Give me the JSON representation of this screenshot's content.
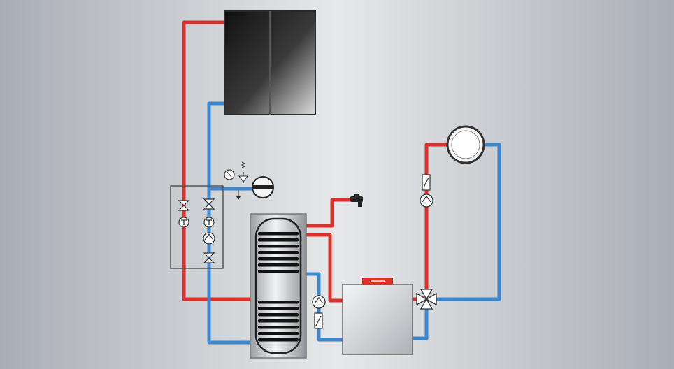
{
  "diagram": {
    "components": [
      {
        "id": "solar-collector",
        "kind": "collector"
      },
      {
        "id": "solar-pump-station",
        "kind": "pump-station"
      },
      {
        "id": "expansion-vessel",
        "kind": "expansion-vessel"
      },
      {
        "id": "dual-coil-storage-cylinder",
        "kind": "storage-cylinder"
      },
      {
        "id": "boiler",
        "kind": "boiler"
      },
      {
        "id": "heating-radiator",
        "kind": "radiator"
      },
      {
        "id": "three-way-mixing-valve",
        "kind": "mixing-valve"
      },
      {
        "id": "hot-water-tap",
        "kind": "tap"
      },
      {
        "id": "cylinder-charging-pump",
        "kind": "pump"
      },
      {
        "id": "heating-circuit-pump",
        "kind": "pump"
      }
    ],
    "colors": {
      "background_center": "#e6e8ea",
      "background_edge": "#a9aeb4",
      "flow_line": "#d9312b",
      "return_line": "#3b86cc",
      "collector_panel": "#1a1a1a",
      "boiler_badge": "#d9332a",
      "component_outline": "#333333"
    }
  }
}
